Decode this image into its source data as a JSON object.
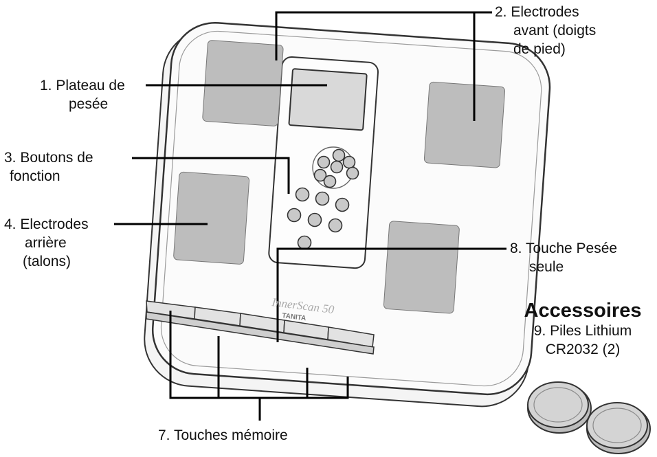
{
  "labels": {
    "weighing_platform": {
      "line1": "1.  Plateau de",
      "line2": "pesée"
    },
    "front_electrodes": {
      "line1": "2.  Electrodes",
      "line2": "avant (doigts",
      "line3": "de pied)"
    },
    "function_buttons": {
      "line1": "3.  Boutons de",
      "line2": "fonction"
    },
    "rear_electrodes": {
      "line1": "4.  Electrodes",
      "line2": "arrière",
      "line3": "(talons)"
    },
    "memory_keys": {
      "line1": "7. Touches mémoire"
    },
    "weight_only_key": {
      "line1": "8.  Touche Pesée",
      "line2": "seule"
    }
  },
  "accessories": {
    "heading": "Accessoires",
    "item_line1": "9.  Piles Lithium",
    "item_line2": "CR2032 (2)"
  },
  "device": {
    "brand_logo": "InnerScan 50",
    "maker_logo": "TANITA"
  },
  "colors": {
    "pad": "#bdbdbd",
    "button": "#c9c9c9",
    "outline": "#333333",
    "leader": "#000000"
  }
}
